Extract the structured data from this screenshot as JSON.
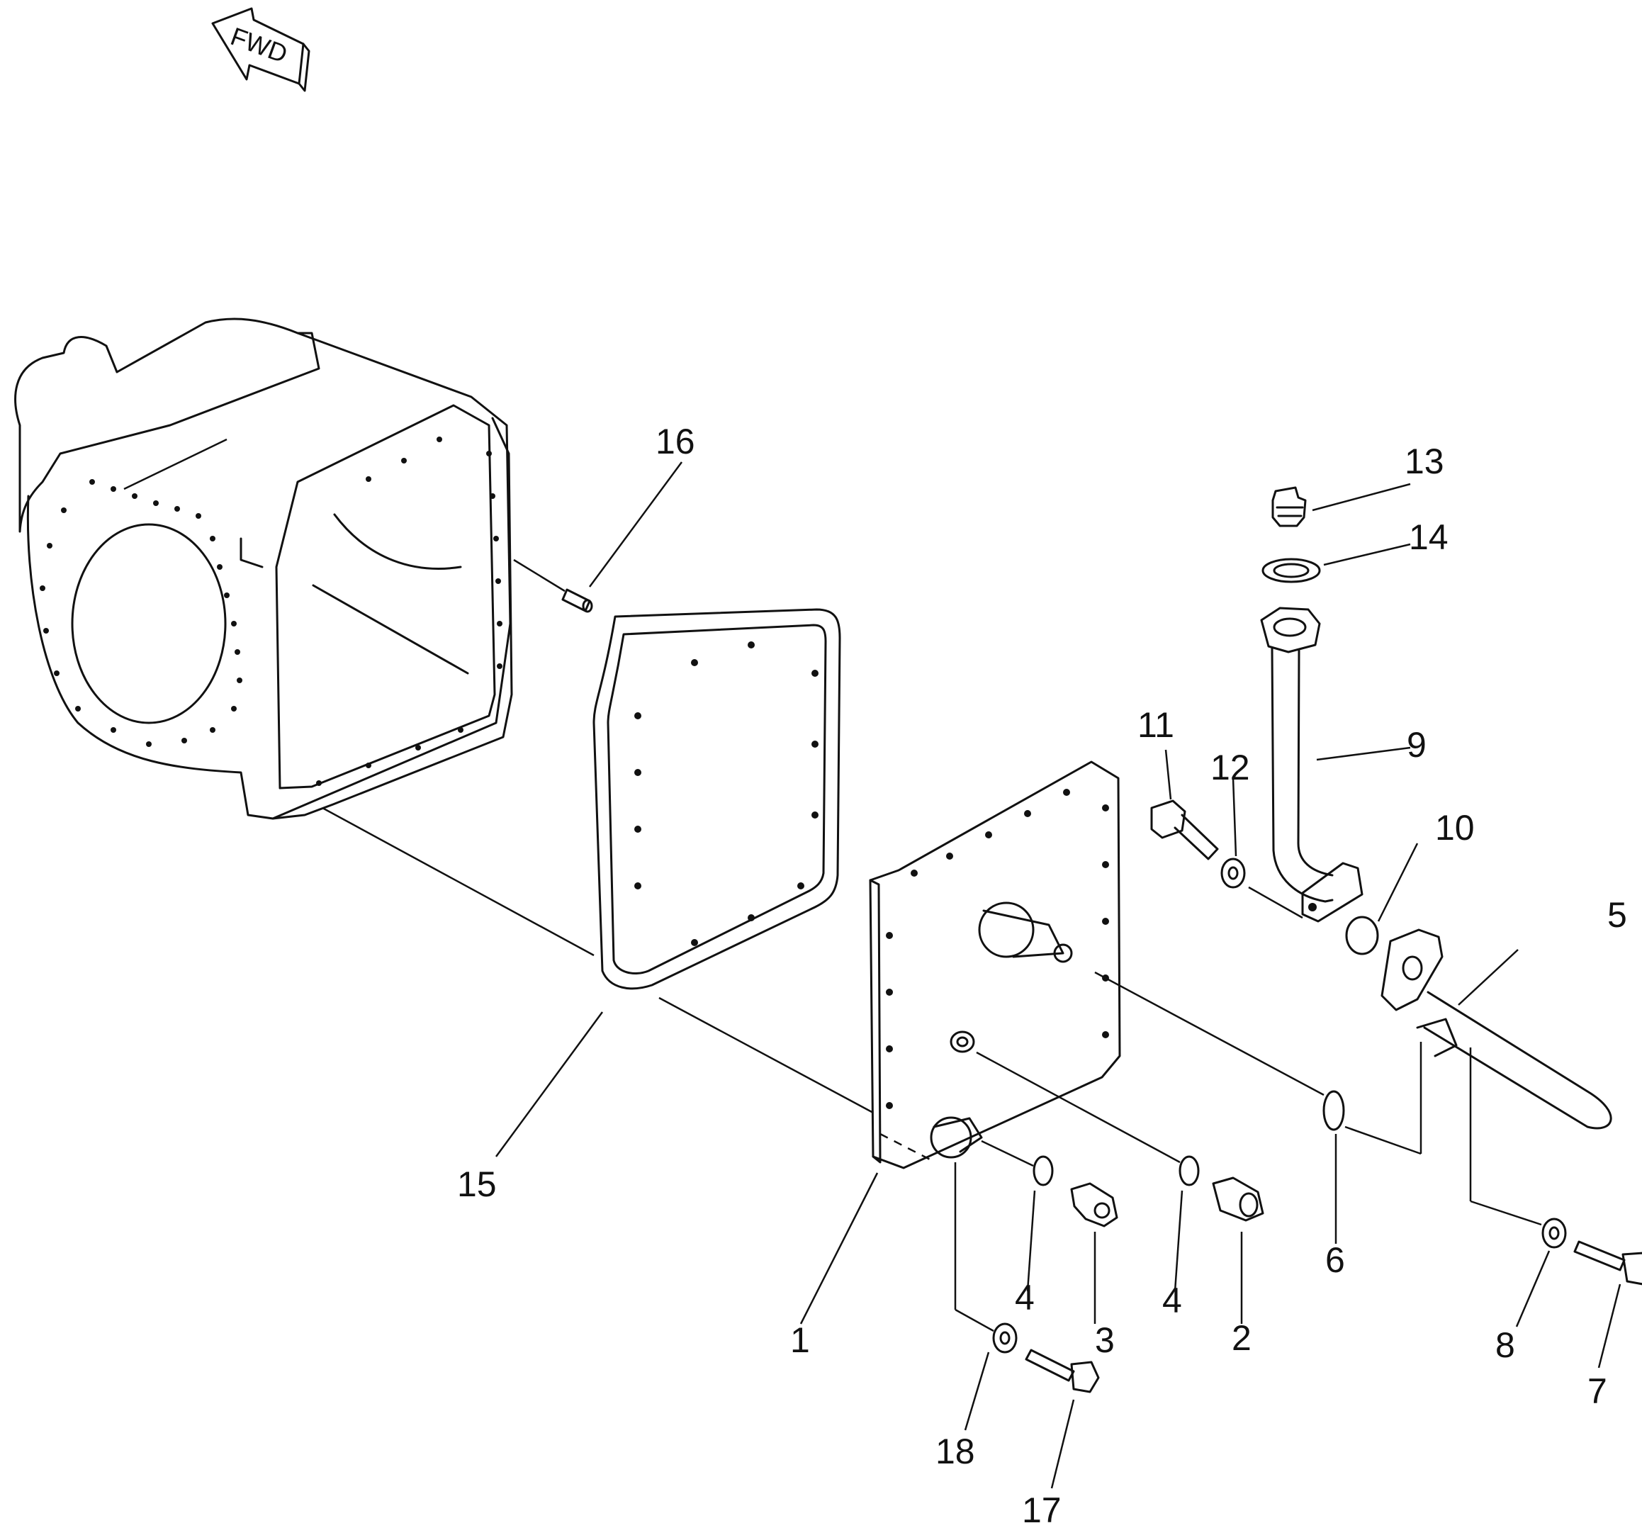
{
  "fwd_label": "FWD",
  "callouts": [
    {
      "id": "1",
      "text": "1"
    },
    {
      "id": "2",
      "text": "2"
    },
    {
      "id": "3",
      "text": "3"
    },
    {
      "id": "4a",
      "text": "4"
    },
    {
      "id": "4b",
      "text": "4"
    },
    {
      "id": "5",
      "text": "5"
    },
    {
      "id": "6",
      "text": "6"
    },
    {
      "id": "7",
      "text": "7"
    },
    {
      "id": "8",
      "text": "8"
    },
    {
      "id": "9",
      "text": "9"
    },
    {
      "id": "10",
      "text": "10"
    },
    {
      "id": "11",
      "text": "11"
    },
    {
      "id": "12",
      "text": "12"
    },
    {
      "id": "13",
      "text": "13"
    },
    {
      "id": "14",
      "text": "14"
    },
    {
      "id": "15",
      "text": "15"
    },
    {
      "id": "16",
      "text": "16"
    },
    {
      "id": "17",
      "text": "17"
    },
    {
      "id": "18",
      "text": "18"
    }
  ]
}
